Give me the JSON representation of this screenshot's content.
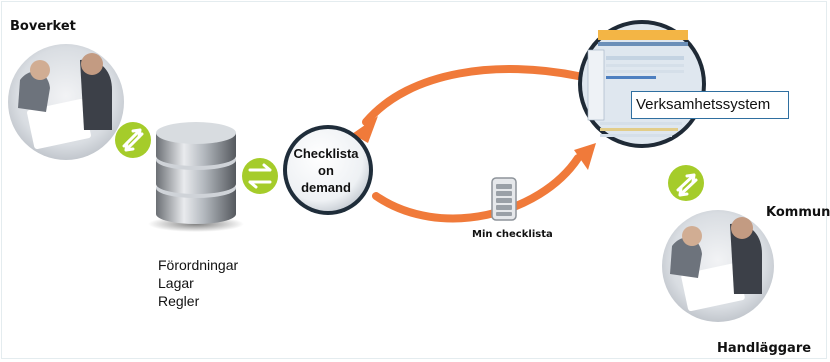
{
  "labels": {
    "boverket": "Boverket",
    "kommun": "Kommun",
    "handlaggare": "Handläggare",
    "system": "Verksamhetssystem",
    "checklist_lines": [
      "Checklista",
      "on",
      "demand"
    ],
    "my_checklist": "Min checklista",
    "regulations": [
      "Förordningar",
      "Lagar",
      "Regler"
    ]
  },
  "colors": {
    "arrow": "#f07a3a",
    "exchange": "#a5cc2a",
    "frame": "#e4ecef",
    "system_border": "#2f6fa0"
  },
  "icons": {
    "exchange": "exchange-arrows-icon",
    "database": "database-icon",
    "phone": "phone-checklist-icon",
    "person_photo": "person-photo-icon",
    "screenshot": "system-screenshot-icon"
  }
}
